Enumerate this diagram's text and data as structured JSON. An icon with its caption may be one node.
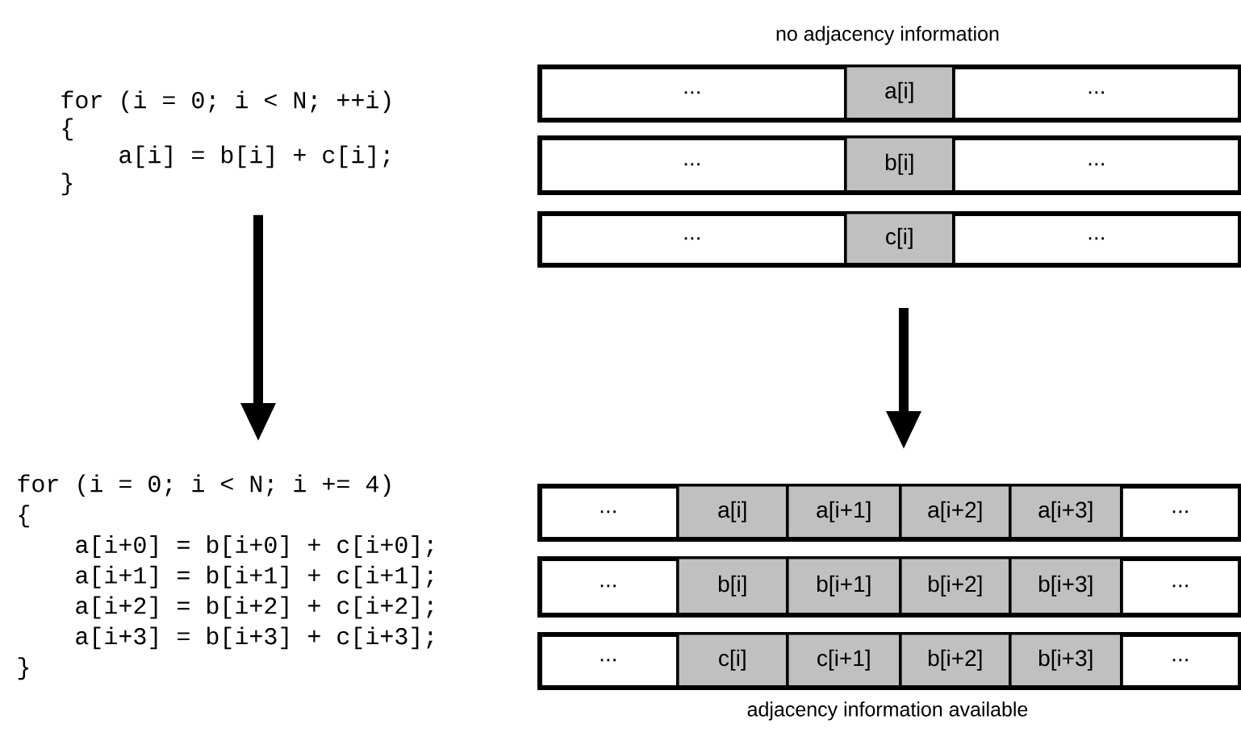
{
  "diagram": {
    "nodes": [
      {
        "text": [
          "for (i = 0; i < N; ++i)",
          "{",
          "a[i] = b[i] + c[i];",
          "}"
        ]
      },
      {
        "text": [],
        "shape": "bar"
      },
      {
        "text": [
          "..."
        ],
        "in": 1
      },
      {
        "text": [
          "a[i]"
        ],
        "in": 1
      },
      {
        "text": [
          "..."
        ],
        "in": 1
      },
      {
        "text": [],
        "shape": "bar"
      },
      {
        "text": [
          "..."
        ],
        "in": 5
      },
      {
        "text": [
          "b[i]"
        ],
        "in": 5
      },
      {
        "text": [
          "..."
        ],
        "in": 5
      },
      {
        "text": [],
        "shape": "bar"
      },
      {
        "text": [
          "..."
        ],
        "in": 9
      },
      {
        "text": [
          "c[i]"
        ],
        "in": 9
      },
      {
        "text": [
          "..."
        ],
        "in": 9
      },
      {
        "text": [
          "for (i = 0; i < N; i += 4)",
          "{",
          "a[i+0] = b[i+0] + c[i+0];",
          "a[i+1] = b[i+1] + c[i+1];",
          "a[i+2] = b[i+2] + c[i+2];",
          "a[i+3] = b[i+3] + c[i+3];",
          "}"
        ]
      },
      {
        "text": [],
        "shape": "bar"
      },
      {
        "text": [
          "..."
        ],
        "in": 14
      },
      {
        "text": [
          "a[i]"
        ],
        "in": 14
      },
      {
        "text": [
          "a[i+1]"
        ],
        "in": 14
      },
      {
        "text": [
          "a[i+2]"
        ],
        "in": 14
      },
      {
        "text": [
          "a[i+3]"
        ],
        "in": 14
      },
      {
        "text": [
          "..."
        ],
        "in": 14
      },
      {
        "text": [],
        "shape": "bar"
      },
      {
        "text": [
          "..."
        ],
        "in": 21
      },
      {
        "text": [
          "b[i]"
        ],
        "in": 21
      },
      {
        "text": [
          "b[i+1]"
        ],
        "in": 21
      },
      {
        "text": [
          "b[i+2]"
        ],
        "in": 21
      },
      {
        "text": [
          "b[i+3]"
        ],
        "in": 21
      },
      {
        "text": [
          "..."
        ],
        "in": 21
      },
      {
        "text": [],
        "shape": "bar"
      },
      {
        "text": [
          "..."
        ],
        "in": 28
      },
      {
        "text": [
          "c[i]"
        ],
        "in": 28
      },
      {
        "text": [
          "c[i+1]"
        ],
        "in": 28
      },
      {
        "text": [
          "b[i+2]"
        ],
        "in": 28
      },
      {
        "text": [
          "b[i+3]"
        ],
        "in": 28
      },
      {
        "text": [
          "..."
        ],
        "in": 28
      }
    ],
    "edges": [
      {
        "from": 0,
        "to": 13,
        "arrow": "to"
      },
      {
        "from": 9,
        "to": 14,
        "arrow": "to"
      }
    ],
    "labels": [
      "no adjacency information",
      "adjacency information available"
    ]
  }
}
